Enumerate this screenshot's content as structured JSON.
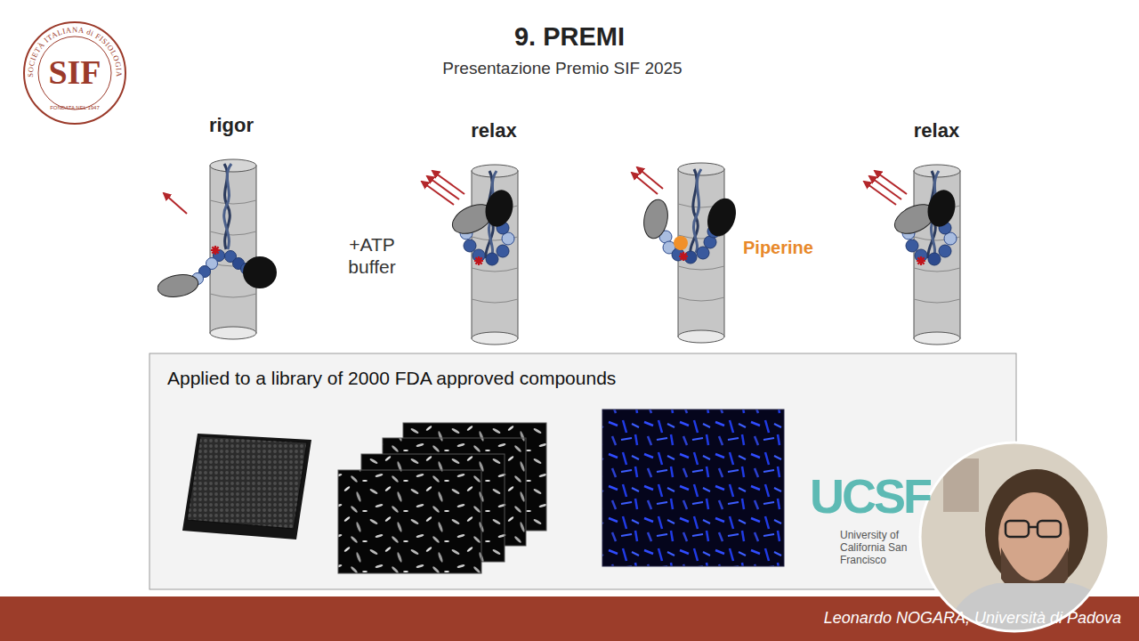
{
  "diagram": {
    "title": "9. PREMI",
    "nodes": [
      {
        "text": [
          "rigor"
        ]
      },
      {
        "text": [
          "relax"
        ]
      },
      {
        "text": [
          "Piperine"
        ]
      },
      {
        "text": [
          "relax"
        ]
      },
      {
        "text": [
          "Applied to a library of 2000 FDA approved compounds"
        ]
      }
    ],
    "labels": [
      "Presentazione Premio SIF 2025",
      "+ATP buffer",
      "UCSF",
      "University of California San Francisco",
      "Leonardo NOGARA, Università di Padova",
      "SOCIETÀ ITALIANA di FISIOLOGIA",
      "SIF",
      "FONDATA NEL 1947"
    ]
  }
}
